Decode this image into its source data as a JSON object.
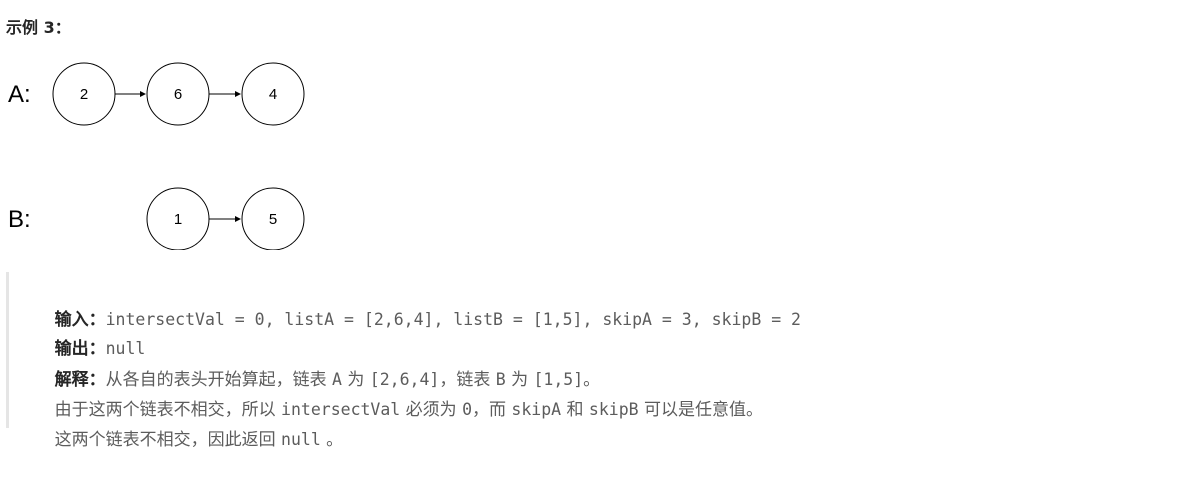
{
  "example_title": "示例 3：",
  "diagram": {
    "list_a_label": "A:",
    "list_b_label": "B:",
    "list_a": [
      "2",
      "6",
      "4"
    ],
    "list_b": [
      "1",
      "5"
    ]
  },
  "explanation": {
    "input_label": "输入：",
    "input_value": "intersectVal = 0, listA = [2,6,4], listB = [1,5], skipA = 3, skipB = 2",
    "output_label": "输出：",
    "output_value": "null",
    "explain_label": "解释：",
    "line3_a": "从各自的表头开始算起，链表 ",
    "line3_b": "A",
    "line3_c": " 为 ",
    "line3_d": "[2,6,4]",
    "line3_e": "，链表 ",
    "line3_f": "B",
    "line3_g": " 为 ",
    "line3_h": "[1,5]",
    "line3_i": "。",
    "line4_a": "由于这两个链表不相交，所以 ",
    "line4_b": "intersectVal",
    "line4_c": " 必须为 ",
    "line4_d": "0",
    "line4_e": "，而 ",
    "line4_f": "skipA",
    "line4_g": " 和 ",
    "line4_h": "skipB",
    "line4_i": " 可以是任意值。",
    "line5_a": "这两个链表不相交，因此返回 ",
    "line5_b": "null",
    "line5_c": " 。"
  }
}
